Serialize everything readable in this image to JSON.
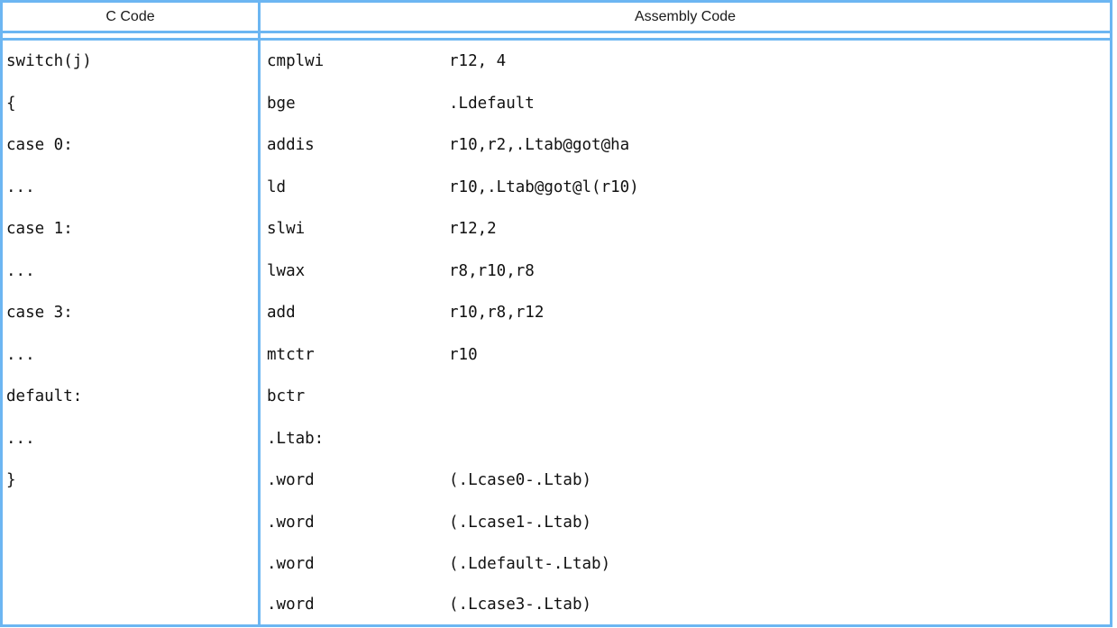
{
  "table": {
    "headers": {
      "c_code": "C Code",
      "assembly_code": "Assembly Code"
    },
    "colors": {
      "border": "#6cb6f2",
      "text": "#111111",
      "header_text": "#1a1a1a",
      "background": "#ffffff"
    },
    "c_code_lines": [
      "switch(j)",
      "{",
      "case 0:",
      "...",
      "case 1:",
      "...",
      "case 3:",
      "...",
      "default:",
      "...",
      "}",
      "",
      ""
    ],
    "assembly_lines": [
      {
        "mnemonic": "cmplwi",
        "operand": "r12, 4"
      },
      {
        "mnemonic": "bge",
        "operand": ".Ldefault"
      },
      {
        "mnemonic": "addis",
        "operand": "r10,r2,.Ltab@got@ha"
      },
      {
        "mnemonic": "ld",
        "operand": "r10,.Ltab@got@l(r10)"
      },
      {
        "mnemonic": "slwi",
        "operand": "r12,2"
      },
      {
        "mnemonic": "lwax",
        "operand": "r8,r10,r8"
      },
      {
        "mnemonic": "add",
        "operand": "r10,r8,r12"
      },
      {
        "mnemonic": "mtctr",
        "operand": "r10"
      },
      {
        "mnemonic": "bctr",
        "operand": ""
      },
      {
        "mnemonic": ".Ltab:",
        "operand": ""
      },
      {
        "mnemonic": ".word",
        "operand": "(.Lcase0-.Ltab)"
      },
      {
        "mnemonic": ".word",
        "operand": "(.Lcase1-.Ltab)"
      },
      {
        "mnemonic": ".word",
        "operand": "(.Ldefault-.Ltab)"
      },
      {
        "mnemonic": ".word",
        "operand": "(.Lcase3-.Ltab)"
      }
    ]
  }
}
